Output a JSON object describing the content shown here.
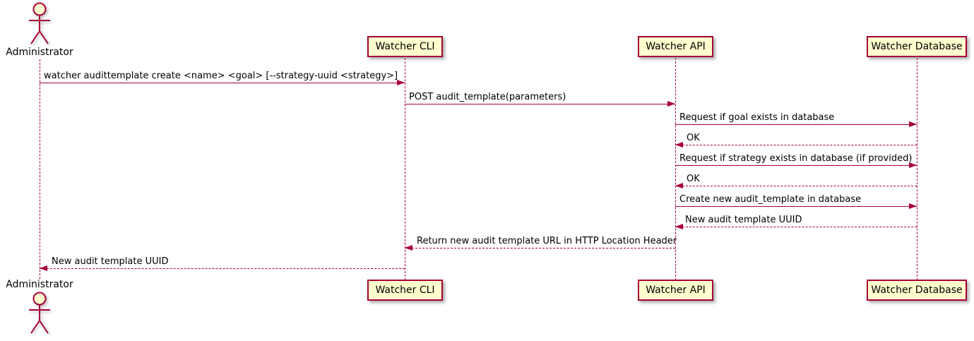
{
  "diagram": {
    "type": "sequence",
    "participants": [
      {
        "id": "administrator",
        "label": "Administrator",
        "kind": "actor"
      },
      {
        "id": "watcher-cli",
        "label": "Watcher CLI",
        "kind": "participant"
      },
      {
        "id": "watcher-api",
        "label": "Watcher API",
        "kind": "participant"
      },
      {
        "id": "watcher-database",
        "label": "Watcher Database",
        "kind": "participant"
      }
    ],
    "messages": [
      {
        "from": "Administrator",
        "to": "Watcher CLI",
        "line": "solid",
        "label": "watcher audittemplate create <name> <goal> [--strategy-uuid <strategy>]"
      },
      {
        "from": "Watcher CLI",
        "to": "Watcher API",
        "line": "solid",
        "label": "POST audit_template(parameters)"
      },
      {
        "from": "Watcher API",
        "to": "Watcher Database",
        "line": "solid",
        "label": "Request if goal exists in database"
      },
      {
        "from": "Watcher Database",
        "to": "Watcher API",
        "line": "dashed",
        "label": "OK"
      },
      {
        "from": "Watcher API",
        "to": "Watcher Database",
        "line": "solid",
        "label": "Request if strategy exists in database (if provided)"
      },
      {
        "from": "Watcher Database",
        "to": "Watcher API",
        "line": "dashed",
        "label": "OK"
      },
      {
        "from": "Watcher API",
        "to": "Watcher Database",
        "line": "solid",
        "label": "Create new audit_template in database"
      },
      {
        "from": "Watcher Database",
        "to": "Watcher API",
        "line": "dashed",
        "label": "New audit template UUID"
      },
      {
        "from": "Watcher API",
        "to": "Watcher CLI",
        "line": "dashed",
        "label": "Return new audit template URL in HTTP Location Header"
      },
      {
        "from": "Watcher CLI",
        "to": "Administrator",
        "line": "dashed",
        "label": "New audit template UUID"
      }
    ],
    "colors": {
      "participant_fill": "#FEFECE",
      "line_color": "#A80036",
      "text_color": "#000000",
      "background": "#FFFFFF"
    }
  }
}
